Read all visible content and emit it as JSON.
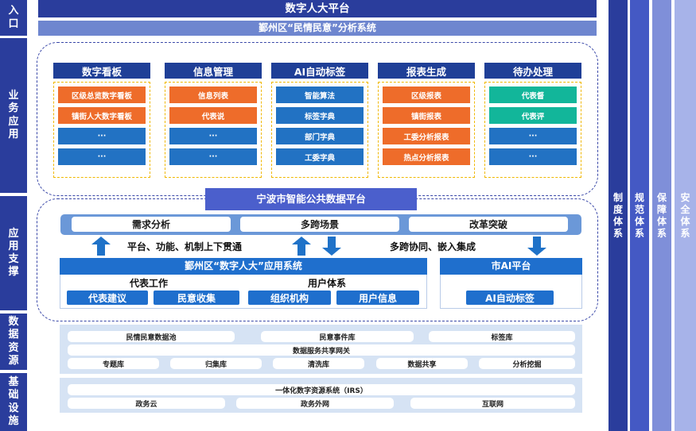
{
  "top_title": "数字人大平台",
  "sub_title": "鄞州区“民情民意”分析系统",
  "left_labels": [
    "入口",
    "业务应用",
    "应用支撑",
    "数据资源",
    "基础设施"
  ],
  "right_pillars": [
    "制度体系",
    "规范体系",
    "保障体系",
    "安全体系"
  ],
  "business": {
    "columns": [
      {
        "title": "数字看板",
        "items": [
          "区级总览数字看板",
          "镇街人大数字看板",
          "···",
          "···"
        ]
      },
      {
        "title": "信息管理",
        "items": [
          "信息列表",
          "代表说",
          "···",
          "···"
        ]
      },
      {
        "title": "AI自动标签",
        "items": [
          "智能算法",
          "标签字典",
          "部门字典",
          "工委字典"
        ]
      },
      {
        "title": "报表生成",
        "items": [
          "区级报表",
          "镇街报表",
          "工委分析报表",
          "热点分析报表"
        ]
      },
      {
        "title": "待办处理",
        "items": [
          "代表督",
          "代表评",
          "···",
          "···"
        ]
      }
    ]
  },
  "support": {
    "platform_title": "宁波市智能公共数据平台",
    "top_pills": [
      "需求分析",
      "多跨场景",
      "改革突破"
    ],
    "left_caption": "平台、功能、机制上下贯通",
    "right_caption": "多跨协同、嵌入集成",
    "app_system_title": "鄞州区“数字人大”应用系统",
    "rep_work_label": "代表工作",
    "user_system_label": "用户体系",
    "app_buttons": [
      "代表建议",
      "民意收集",
      "组织机构",
      "用户信息"
    ],
    "city_ai_title": "市AI平台",
    "city_ai_button": "AI自动标签"
  },
  "data": {
    "row1": [
      "民情民意数据池",
      "民意事件库",
      "标签库"
    ],
    "gateway": "数据服务共享网关",
    "row3": [
      "专题库",
      "归集库",
      "清洗库",
      "数据共享",
      "分析挖掘"
    ]
  },
  "infra": {
    "irs": "一体化数字资源系统（IRS）",
    "row2": [
      "政务云",
      "政务外网",
      "互联网"
    ]
  },
  "colors": {
    "navy": "#2a3d9c",
    "orange": "#ee6c2a",
    "blue": "#2272c3",
    "teal": "#12b69a",
    "gold": "#f0b800"
  }
}
